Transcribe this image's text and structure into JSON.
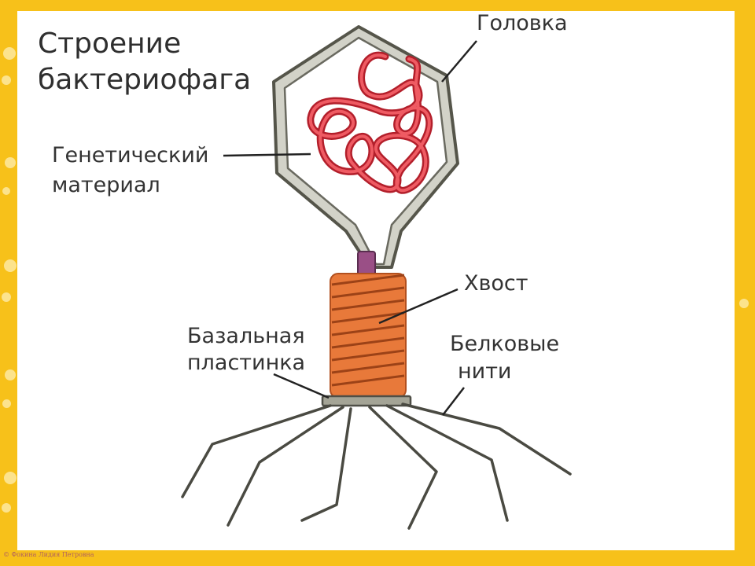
{
  "title": {
    "line1": "Строение",
    "line2": "бактериофага"
  },
  "labels": {
    "head": "Головка",
    "genetic_line1": "Генетический",
    "genetic_line2": "материал",
    "tail": "Хвост",
    "baseplate_line1": "Базальная",
    "baseplate_line2": "пластинка",
    "fibers_line1": "Белковые",
    "fibers_line2": "нити"
  },
  "copyright": "© Фокина Лидия Петровна",
  "colors": {
    "background": "#f7c11a",
    "panel": "#ffffff",
    "capsid_stroke": "#55554a",
    "capsid_fill": "#d2d2c8",
    "dna": "#d9303c",
    "tail_sheath": "#e8793a",
    "tail_core": "#9a4f86",
    "leader_lines": "#222222"
  },
  "icons": [
    "bacteriophage-illustration"
  ]
}
